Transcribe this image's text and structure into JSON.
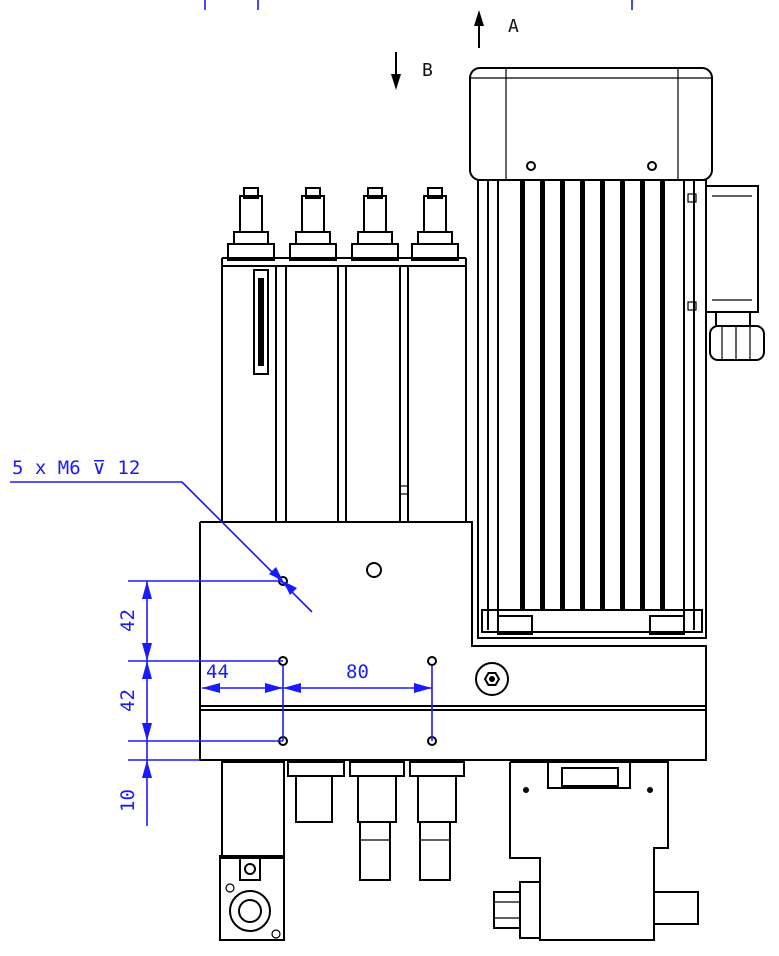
{
  "view_labels": {
    "a": "A",
    "b": "B"
  },
  "callout": {
    "hole_spec": "5 x  M6 ⊽ 12"
  },
  "dimensions": {
    "vertical_upper": "42",
    "vertical_lower": "42",
    "vertical_bottom": "10",
    "horizontal_left": "44",
    "horizontal_mid": "80"
  },
  "colors": {
    "outline": "#000000",
    "dimension": "#1a1aff",
    "background": "#ffffff"
  },
  "icons": [
    "arrow-up-icon",
    "arrow-down-icon",
    "hole-circle-icon",
    "screw-plug-icon"
  ]
}
